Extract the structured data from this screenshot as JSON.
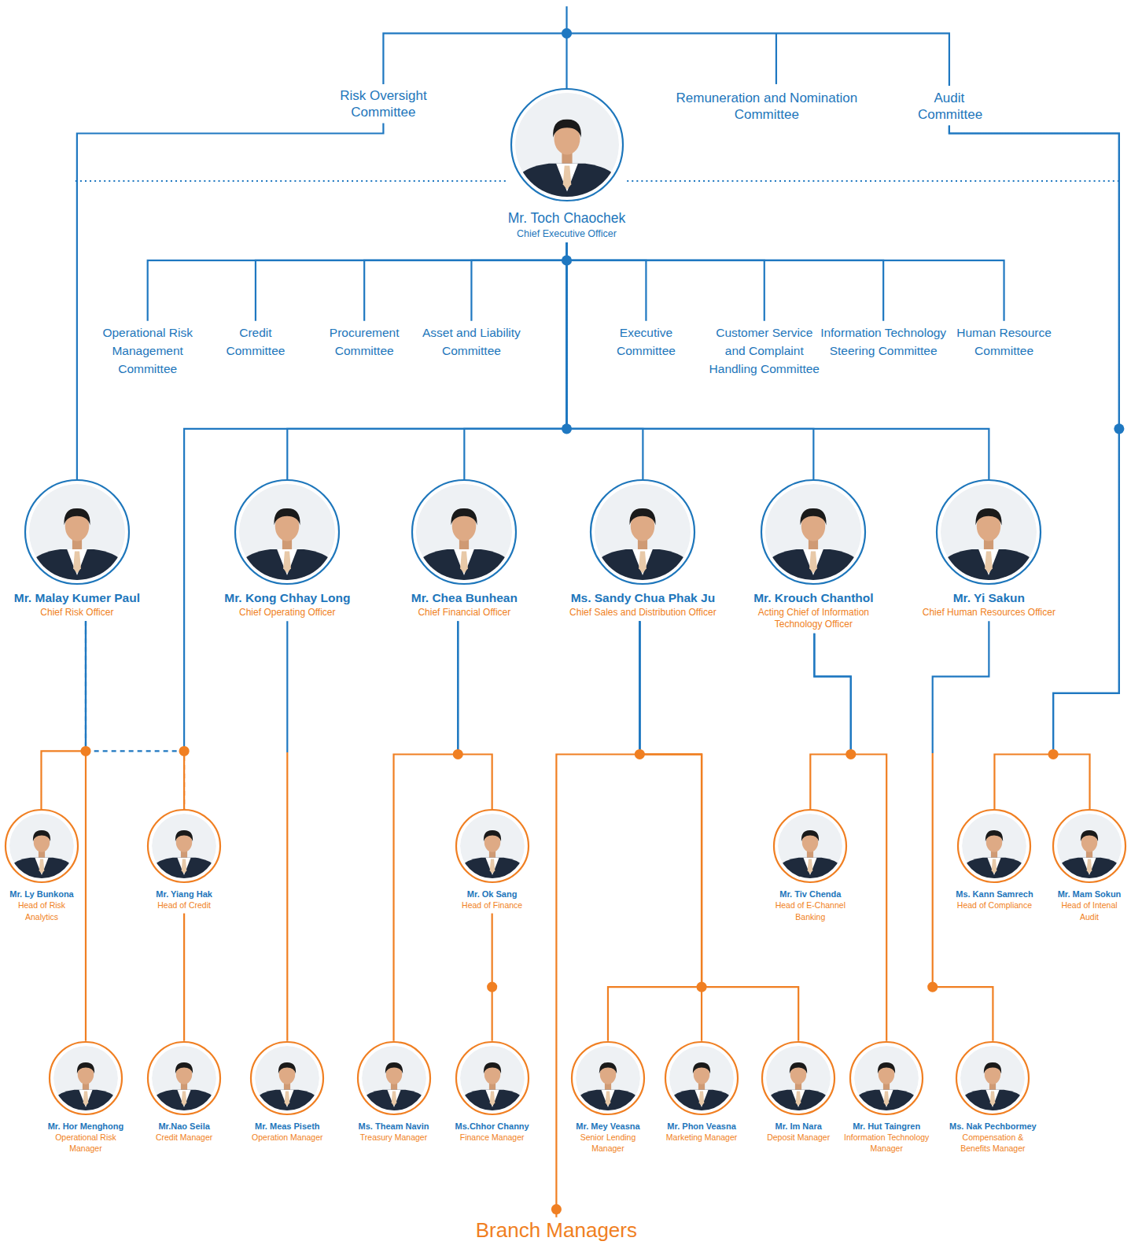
{
  "diagram": {
    "nodes": [
      {
        "text": [
          "Risk Oversight Committee"
        ]
      },
      {
        "text": [
          "Mr. Toch Chaochek",
          "Chief Executive Officer"
        ]
      },
      {
        "text": [
          "Remuneration and Nomination Committee"
        ]
      },
      {
        "text": [
          "Audit Committee"
        ]
      },
      {
        "text": [
          "Operational Risk Management Committee"
        ]
      },
      {
        "text": [
          "Credit Committee"
        ]
      },
      {
        "text": [
          "Procurement Committee"
        ]
      },
      {
        "text": [
          "Asset and Liability Committee"
        ]
      },
      {
        "text": [
          "Executive Committee"
        ]
      },
      {
        "text": [
          "Customer Service and Complaint Handling Committee"
        ]
      },
      {
        "text": [
          "Information Technology Steering Committee"
        ]
      },
      {
        "text": [
          "Human Resource Committee"
        ]
      },
      {
        "text": [
          "Mr. Malay Kumer Paul",
          "Chief Risk Officer"
        ]
      },
      {
        "text": [
          "Mr. Kong Chhay Long",
          "Chief Operating Officer"
        ]
      },
      {
        "text": [
          "Mr. Chea Bunhean",
          "Chief Financial Officer"
        ]
      },
      {
        "text": [
          "Ms. Sandy Chua Phak Ju",
          "Chief Sales and Distribution Officer"
        ]
      },
      {
        "text": [
          "Mr. Krouch Chanthol",
          "Acting Chief of Information Technology Officer"
        ]
      },
      {
        "text": [
          "Mr. Yi Sakun",
          "Chief Human Resources Officer"
        ]
      },
      {
        "text": [
          "Mr. Ly Bunkona",
          "Head of Risk Analytics"
        ]
      },
      {
        "text": [
          "Mr. Yiang Hak",
          "Head of Credit"
        ]
      },
      {
        "text": [
          "Mr. Ok Sang",
          "Head of Finance"
        ]
      },
      {
        "text": [
          "Mr. Tiv Chenda",
          "Head of E-Channel Banking"
        ]
      },
      {
        "text": [
          "Ms. Kann Samrech",
          "Head of Compliance"
        ]
      },
      {
        "text": [
          "Mr. Mam Sokun",
          "Head of Intenal Audit"
        ]
      },
      {
        "text": [
          "Mr. Hor Menghong",
          "Operational Risk Manager"
        ]
      },
      {
        "text": [
          "Mr.Nao Seila",
          "Credit Manager"
        ]
      },
      {
        "text": [
          "Mr. Meas Piseth",
          "Operation Manager"
        ]
      },
      {
        "text": [
          "Ms. Theam Navin",
          "Treasury Manager"
        ]
      },
      {
        "text": [
          "Ms.Chhor Channy",
          "Finance Manager"
        ]
      },
      {
        "text": [
          "Mr. Mey Veasna",
          "Senior Lending Manager"
        ]
      },
      {
        "text": [
          "Mr. Phon Veasna",
          "Marketing Manager"
        ]
      },
      {
        "text": [
          "Mr. Im Nara",
          "Deposit Manager"
        ]
      },
      {
        "text": [
          "Mr. Hut Taingren",
          "Information Technology Manager"
        ]
      },
      {
        "text": [
          "Ms. Nak Pechbormey",
          "Compensation & Benefits Manager"
        ]
      },
      {
        "text": [
          "Branch Managers"
        ]
      }
    ],
    "edges": [
      {
        "from": 0,
        "to": 12,
        "arrow": "none"
      },
      {
        "from": 3,
        "to": 22,
        "arrow": "none"
      },
      {
        "from": 3,
        "to": 23,
        "arrow": "none"
      },
      {
        "from": 1,
        "to": 4,
        "arrow": "none"
      },
      {
        "from": 1,
        "to": 5,
        "arrow": "none"
      },
      {
        "from": 1,
        "to": 6,
        "arrow": "none"
      },
      {
        "from": 1,
        "to": 7,
        "arrow": "none"
      },
      {
        "from": 1,
        "to": 8,
        "arrow": "none"
      },
      {
        "from": 1,
        "to": 9,
        "arrow": "none"
      },
      {
        "from": 1,
        "to": 10,
        "arrow": "none"
      },
      {
        "from": 1,
        "to": 11,
        "arrow": "none"
      },
      {
        "from": 1,
        "to": 13,
        "arrow": "none"
      },
      {
        "from": 1,
        "to": 14,
        "arrow": "none"
      },
      {
        "from": 1,
        "to": 15,
        "arrow": "none"
      },
      {
        "from": 1,
        "to": 16,
        "arrow": "none"
      },
      {
        "from": 1,
        "to": 17,
        "arrow": "none"
      },
      {
        "from": 1,
        "to": 19,
        "arrow": "none"
      },
      {
        "from": 12,
        "to": 18,
        "arrow": "none"
      },
      {
        "from": 12,
        "to": 24,
        "arrow": "none"
      },
      {
        "from": 12,
        "to": 19,
        "arrow": "none"
      },
      {
        "from": 19,
        "to": 25,
        "arrow": "none"
      },
      {
        "from": 13,
        "to": 26,
        "arrow": "none"
      },
      {
        "from": 14,
        "to": 27,
        "arrow": "none"
      },
      {
        "from": 14,
        "to": 20,
        "arrow": "none"
      },
      {
        "from": 20,
        "to": 28,
        "arrow": "none"
      },
      {
        "from": 15,
        "to": 34,
        "arrow": "none"
      },
      {
        "from": 15,
        "to": 29,
        "arrow": "none"
      },
      {
        "from": 15,
        "to": 30,
        "arrow": "none"
      },
      {
        "from": 15,
        "to": 31,
        "arrow": "none"
      },
      {
        "from": 16,
        "to": 21,
        "arrow": "none"
      },
      {
        "from": 16,
        "to": 32,
        "arrow": "none"
      },
      {
        "from": 17,
        "to": 33,
        "arrow": "none"
      }
    ]
  }
}
